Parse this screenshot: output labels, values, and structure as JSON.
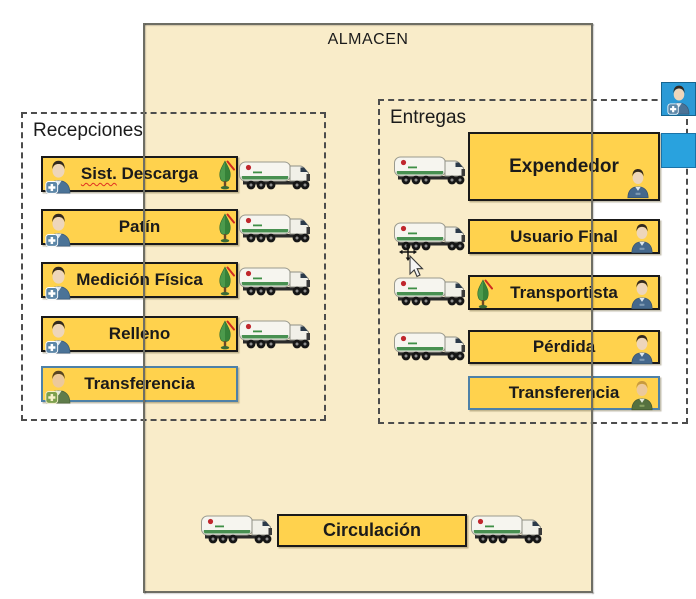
{
  "almacen": {
    "title": "ALMACEN"
  },
  "recepciones": {
    "title": "Recepciones",
    "items": [
      {
        "label_main": "Sist.",
        "label_rest": "Descarga",
        "person_icon": "person-add-icon",
        "side_icon": "tree-icon",
        "truck_icon": "tanker-truck-icon",
        "misspelled": true
      },
      {
        "label": "Patín",
        "person_icon": "person-add-icon",
        "side_icon": "tree-icon",
        "truck_icon": "tanker-truck-icon"
      },
      {
        "label": "Medición Física",
        "person_icon": "person-add-icon",
        "side_icon": "tree-icon",
        "truck_icon": "tanker-truck-icon"
      },
      {
        "label": "Relleno",
        "person_icon": "person-add-icon",
        "side_icon": "tree-icon",
        "truck_icon": "tanker-truck-icon"
      },
      {
        "label": "Transferencia",
        "person_icon": "person-add-green-icon",
        "border": "blue"
      }
    ]
  },
  "entregas": {
    "title": "Entregas",
    "items": [
      {
        "label": "Expendedor",
        "person_icon": "person-icon",
        "truck_icon": "tanker-truck-icon"
      },
      {
        "label": "Usuario Final",
        "person_icon": "person-icon",
        "truck_icon": "tanker-truck-icon"
      },
      {
        "label": "Transportista",
        "person_icon": "person-icon",
        "side_icon": "tree-icon",
        "truck_icon": "tanker-truck-icon"
      },
      {
        "label": "Pérdida",
        "person_icon": "person-icon",
        "truck_icon": "tanker-truck-icon"
      },
      {
        "label": "Transferencia",
        "person_icon": "person-green-icon",
        "border": "blue"
      }
    ]
  },
  "circulacion": {
    "label": "Circulación",
    "left_icon": "tanker-truck-icon",
    "right_icon": "tanker-truck-icon"
  },
  "corner": {
    "person_box_icon": "person-add-icon",
    "square": "blue-square"
  },
  "cursor": {
    "icon": "move-pointer-cursor-icon"
  },
  "colors": {
    "shape_yellow": "#FFD24D",
    "almacen_fill": "#F9ECC9",
    "transfer_border_blue": "#4E81A8",
    "corner_blue": "#29A2DE",
    "dashed_border": "#4D4D4D",
    "spellcheck_red": "#E03020"
  }
}
